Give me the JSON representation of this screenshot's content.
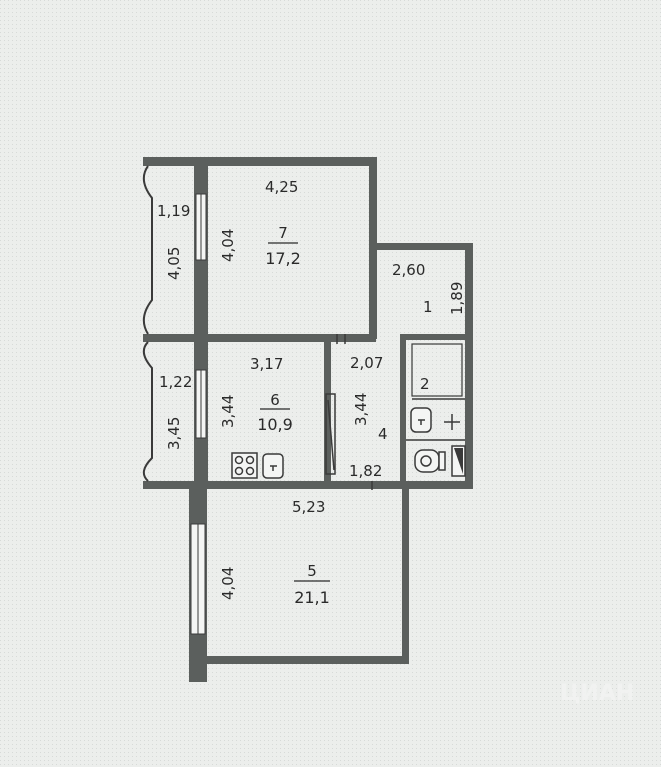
{
  "colors": {
    "background": "#e6e8e6",
    "wall": "#5b5f5d",
    "line": "#3a3a3a"
  },
  "watermark": {
    "text": "ЦИАН"
  },
  "rooms": {
    "r7": {
      "number": "7",
      "area": "17,2",
      "width": "4,25",
      "length": "4,04"
    },
    "r6": {
      "number": "6",
      "area": "10,9",
      "width": "3,17",
      "length": "3,44"
    },
    "r5": {
      "number": "5",
      "area": "21,1",
      "width": "5,23",
      "length": "4,04"
    },
    "r1": {
      "number": "1",
      "width": "2,60",
      "length": "1,89"
    },
    "r2": {
      "number": "2"
    },
    "r4": {
      "number": "4",
      "width": "2,07",
      "length": "3,44",
      "bottom": "1,82"
    }
  },
  "balconies": {
    "upper": {
      "width": "1,19",
      "length": "4,05"
    },
    "lower": {
      "width": "1,22",
      "length": "3,45"
    }
  }
}
